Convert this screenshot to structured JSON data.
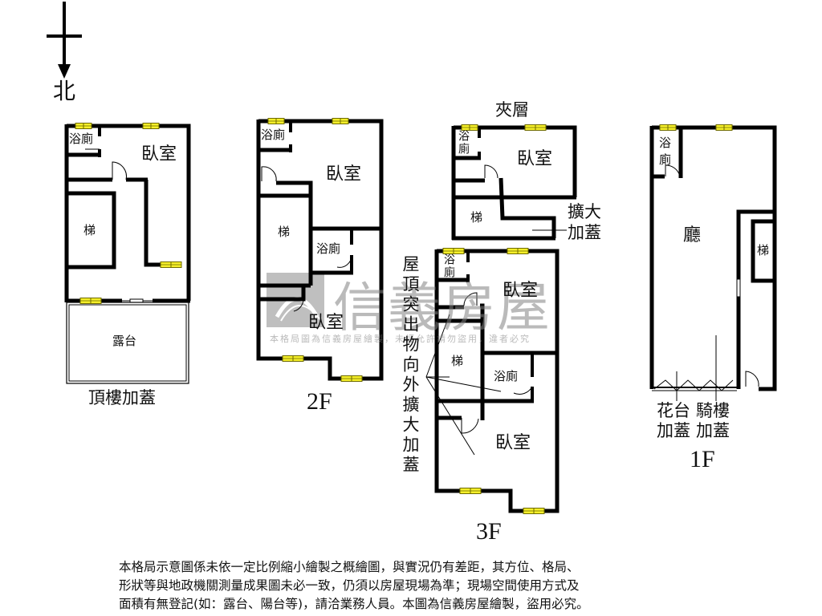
{
  "compass": {
    "label": "北",
    "direction": "down"
  },
  "watermark": {
    "brand": "信義房屋",
    "notice": "本格局圖為信義房屋繪製，未經允許請勿盜用，違者必究"
  },
  "colors": {
    "wall": "#000000",
    "window_fill": "#f5ef2a",
    "window_border": "#7a7400",
    "watermark": "#8c8c8c",
    "background": "#ffffff"
  },
  "floors": {
    "rooftop": {
      "title": "頂樓加蓋",
      "rooms": {
        "bath": "浴廁",
        "bedroom": "臥室",
        "stairs": "梯",
        "terrace": "露台"
      }
    },
    "second": {
      "title": "2F",
      "rooms": {
        "bath1": "浴廁",
        "bedroom1": "臥室",
        "stairs": "梯",
        "bath2": "浴廁",
        "bedroom2": "臥室"
      }
    },
    "mezzanine": {
      "title": "夾層",
      "rooms": {
        "bath": "浴廁",
        "bedroom": "臥室",
        "stairs": "梯"
      },
      "note": "擴大加蓋"
    },
    "third": {
      "title": "3F",
      "rooms": {
        "bath1": "浴廁",
        "bedroom1": "臥室",
        "stairs": "梯",
        "bath2": "浴廁",
        "bedroom2": "臥室"
      },
      "note": "屋頂突出物向外擴大加蓋"
    },
    "first": {
      "title": "1F",
      "rooms": {
        "bath": "浴廁",
        "living": "廳",
        "stairs": "梯"
      },
      "notes": {
        "planter": "花台加蓋",
        "arcade": "騎樓加蓋"
      }
    }
  },
  "disclaimer": {
    "lines": [
      "本格局示意圖係未依一定比例縮小繪製之概繪圖，與實況仍有差距，其方位、格局、",
      "形狀等與地政機關測量成果圖未必一致，仍須以房屋現場為準；現場空間使用方式及",
      "面積有無登記(如：露台、陽台等)，請洽業務人員。本圖為信義房屋繪製，盜用必究。"
    ]
  }
}
